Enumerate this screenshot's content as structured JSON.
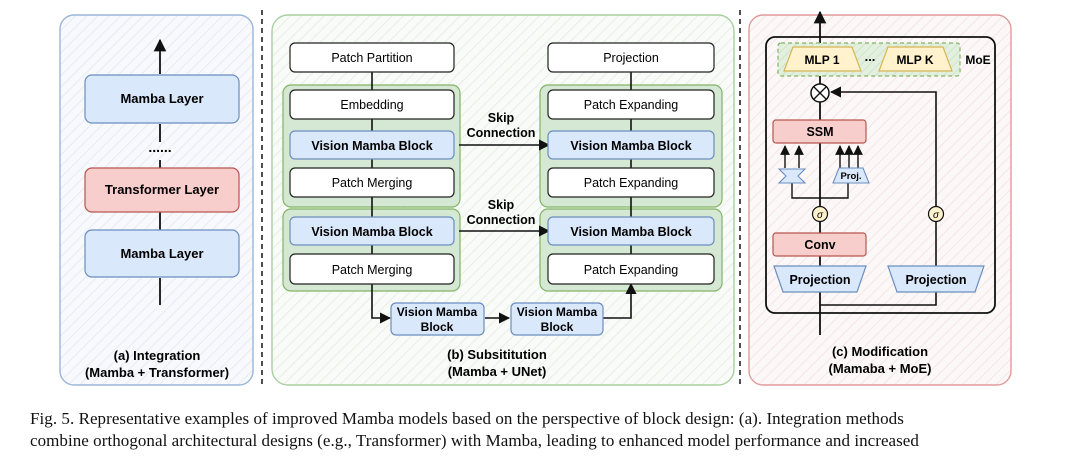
{
  "panel_a": {
    "top_label": "Mamba Layer",
    "ellipsis": "......",
    "middle_label": "Transformer Layer",
    "bottom_label": "Mamba Layer",
    "caption_line1": "(a) Integration",
    "caption_line2": "(Mamba + Transformer)"
  },
  "panel_b": {
    "patch_partition": "Patch Partition",
    "embedding": "Embedding",
    "vmb_enc1": "Vision Mamba Block",
    "patch_merging_1": "Patch Merging",
    "vmb_enc2": "Vision Mamba Block",
    "patch_merging_2": "Patch Merging",
    "bottleneck_1_line1": "Vision Mamba",
    "bottleneck_1_line2": "Block",
    "bottleneck_2_line1": "Vision Mamba",
    "bottleneck_2_line2": "Block",
    "projection": "Projection",
    "patch_expanding_top": "Patch Expanding",
    "vmb_dec1": "Vision Mamba Block",
    "patch_expanding_mid": "Patch Expanding",
    "vmb_dec2": "Vision Mamba Block",
    "patch_expanding_bottom": "Patch Expanding",
    "skip_1_line1": "Skip",
    "skip_1_line2": "Connection",
    "skip_2_line1": "Skip",
    "skip_2_line2": "Connection",
    "caption_line1": "(b) Subsititution",
    "caption_line2": "(Mamba + UNet)"
  },
  "panel_c": {
    "mlp_1": "MLP 1",
    "mlp_dots": "...",
    "mlp_k": "MLP K",
    "moe": "MoE",
    "ssm": "SSM",
    "proj_small": "Proj.",
    "sigma_left": "σ",
    "sigma_right": "σ",
    "conv": "Conv",
    "projection_left": "Projection",
    "projection_right": "Projection",
    "multiply": "⊗",
    "caption_line1": "(c) Modification",
    "caption_line2": "(Mamaba + MoE)"
  },
  "caption": {
    "line1": "Fig. 5.  Representative examples of improved Mamba models based on the perspective of block design: (a). Integration methods",
    "line2": "combine orthogonal architectural designs (e.g., Transformer) with Mamba, leading to enhanced model performance and increased"
  },
  "colors": {
    "blue_fill": "#dae8fc",
    "blue_stroke": "#6c8ebf",
    "red_fill": "#f8cecc",
    "red_stroke": "#b85450",
    "green_fill": "#d5e8d4",
    "green_stroke": "#82b366",
    "yellow_fill": "#fff2cc",
    "yellow_stroke": "#d6b656",
    "panel_a_border": "#9bb6d8",
    "panel_b_border": "#a9cfa0",
    "panel_c_border": "#e29a9a"
  }
}
